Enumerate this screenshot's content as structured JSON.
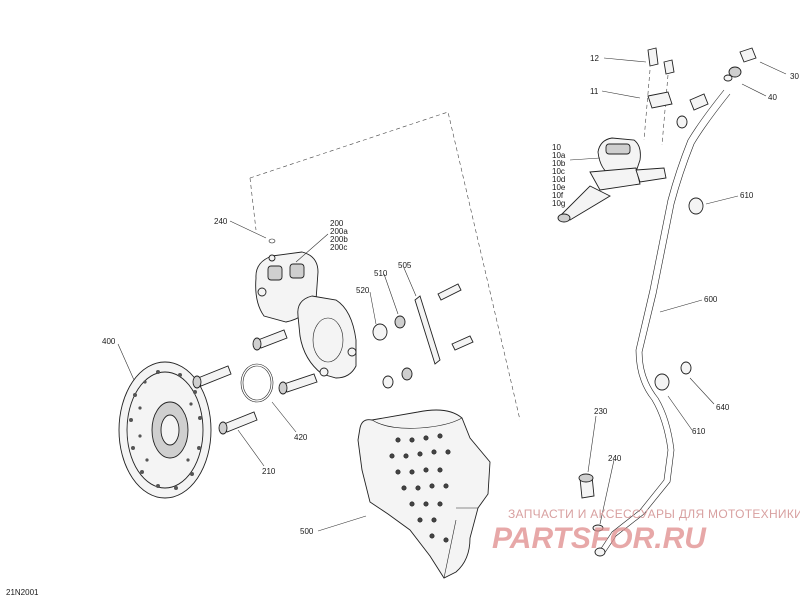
{
  "figure_id": "21N2001",
  "watermark": {
    "caption": "ЗАПЧАСТИ И АКСЕССУАРЫ ДЛЯ МОТОТЕХНИКИ",
    "logo": "PARTSFOR.RU"
  },
  "callouts": {
    "c12": "12",
    "c11": "11",
    "c30": "30",
    "c40": "40",
    "c10": [
      "10",
      "10a",
      "10b",
      "10c",
      "10d",
      "10e",
      "10f",
      "10g"
    ],
    "c610a": "610",
    "c240a": "240",
    "c200": [
      "200",
      "200a",
      "200b",
      "200c"
    ],
    "c510": "510",
    "c505": "505",
    "c520": "520",
    "c600": "600",
    "c400": "400",
    "c420": "420",
    "c640": "640",
    "c610b": "610",
    "c230": "230",
    "c240b": "240",
    "c210": "210",
    "c500": "500"
  }
}
